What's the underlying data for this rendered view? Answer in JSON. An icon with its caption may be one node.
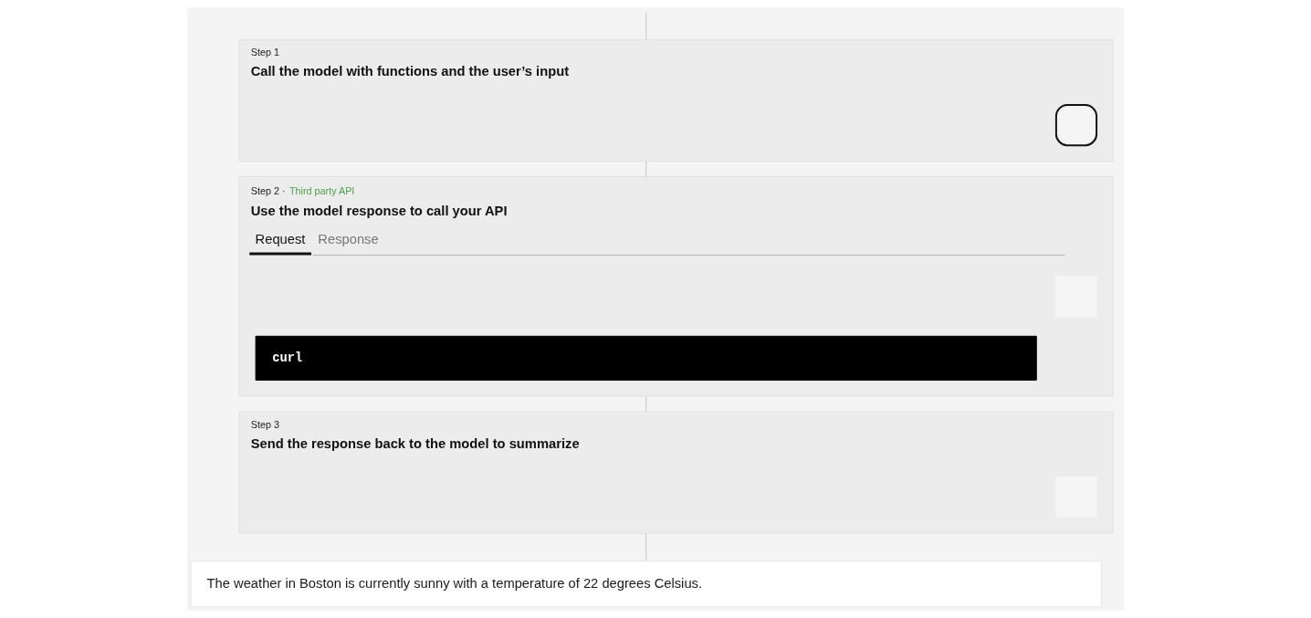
{
  "diagram": {
    "nodes": [
      {
        "text": [
          "Step 1",
          "Call the model with functions and the user’s input"
        ]
      },
      {
        "text": [],
        "shape": "box",
        "in": 0
      },
      {
        "text": [
          "Step 2 ·",
          "Third party API",
          "Use the model response to call your API",
          "Request",
          "Response"
        ]
      },
      {
        "text": [],
        "shape": "box",
        "in": 2
      },
      {
        "text": [
          "curl"
        ],
        "in": 2
      },
      {
        "text": [
          "Step 3",
          "Send the response back to the model to summarize"
        ]
      },
      {
        "text": [],
        "shape": "box",
        "in": 5
      },
      {
        "text": [
          "The weather in Boston is currently sunny with a temperature of 22 degrees Celsius."
        ]
      }
    ],
    "edges": [
      {
        "from": null,
        "to": 0,
        "arrow": "none"
      },
      {
        "from": 0,
        "to": 2,
        "arrow": "none"
      },
      {
        "from": 2,
        "to": 5,
        "arrow": "none"
      },
      {
        "from": 5,
        "to": 7,
        "arrow": "none"
      }
    ]
  }
}
